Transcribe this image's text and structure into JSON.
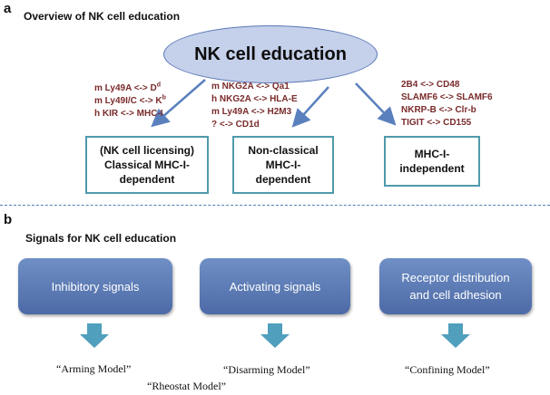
{
  "panel_a": {
    "letter": "a",
    "title": "Overview of NK cell education",
    "center_label": "NK cell education",
    "left_pairs": [
      {
        "text": "m Ly49A <-> D",
        "sup": "d"
      },
      {
        "text": "m Ly49I/C <-> K",
        "sup": "b"
      },
      {
        "text": "h KIR <-> MHC-I",
        "sup": ""
      }
    ],
    "middle_pairs": [
      {
        "text": "m NKG2A <-> Qa1",
        "sup": ""
      },
      {
        "text": "h NKG2A <-> HLA-E",
        "sup": ""
      },
      {
        "text": "m Ly49A <-> H2M3",
        "sup": ""
      },
      {
        "text": "? <-> CD1d",
        "sup": ""
      }
    ],
    "right_pairs": [
      {
        "text": "2B4 <-> CD48",
        "sup": ""
      },
      {
        "text": "SLAMF6 <-> SLAMF6",
        "sup": ""
      },
      {
        "text": "NKRP-B <-> Clr-b",
        "sup": ""
      },
      {
        "text": "TIGIT <-> CD155",
        "sup": ""
      }
    ],
    "categories": [
      {
        "lines": [
          "(NK cell licensing)",
          "Classical MHC-I-",
          "dependent"
        ]
      },
      {
        "lines": [
          "Non-classical",
          "MHC-I-",
          "dependent"
        ]
      },
      {
        "lines": [
          "MHC-I-",
          "independent"
        ]
      }
    ]
  },
  "panel_b": {
    "letter": "b",
    "title": "Signals for NK cell education",
    "signals": [
      {
        "lines": [
          "Inhibitory signals"
        ]
      },
      {
        "lines": [
          "Activating signals"
        ]
      },
      {
        "lines": [
          "Receptor distribution",
          "and cell adhesion"
        ]
      }
    ],
    "models": [
      "“Arming Model”",
      "“Disarming Model”",
      "“Confining Model”"
    ],
    "extra_model": "“Rheostat Model”"
  },
  "colors": {
    "ellipse_fill": "#c5d0ea",
    "ellipse_border": "#5b77b8",
    "pair_text": "#7a2b2b",
    "box_border": "#4f9aaa",
    "arrow_blue": "#5a80bd",
    "signal_box": "#5a78b4",
    "down_arrow": "#4f9fbd",
    "divider": "#4f7fb8"
  }
}
